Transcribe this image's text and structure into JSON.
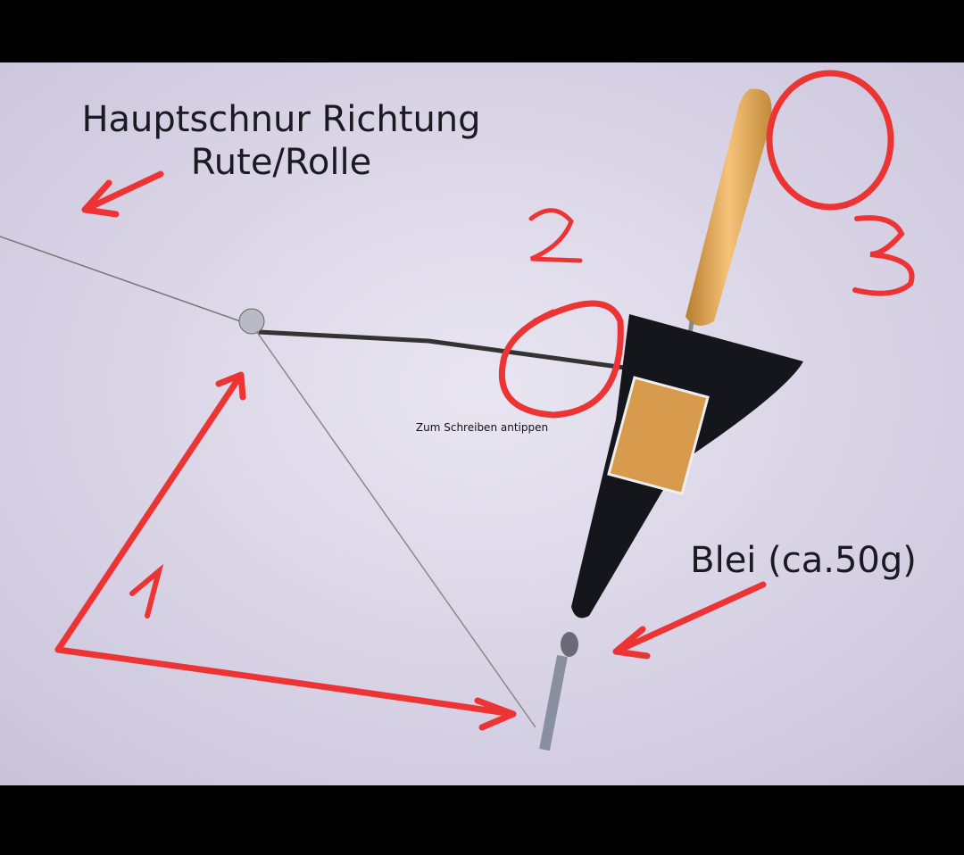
{
  "annotations": {
    "main_line_label_1": "Hauptschnur Richtung",
    "main_line_label_2": "Rute/Rolle",
    "lead_label": "Blei (ca.50g)",
    "number_1": "1",
    "number_2": "2",
    "number_3": "3"
  },
  "hint": "Zum Schreiben antippen",
  "colors": {
    "annotation_red": "#ec3434",
    "background": "#ddd9ea",
    "float": "#e8b25a",
    "lead": "#15151c"
  }
}
